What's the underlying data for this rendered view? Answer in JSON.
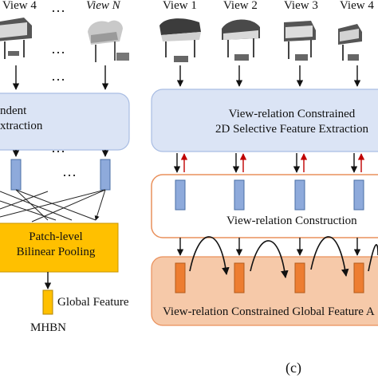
{
  "left": {
    "view_labels": [
      "View 4",
      "View N"
    ],
    "extraction_text": [
      "ndent",
      "xtraction"
    ],
    "pooling_text": [
      "Patch-level",
      "Bilinear Pooling"
    ],
    "global_feature": "Global Feature",
    "method": "MHBN"
  },
  "right": {
    "view_labels": [
      "View 1",
      "View 2",
      "View 3",
      "View 4"
    ],
    "selective_text": [
      "View-relation Constrained",
      "2D Selective Feature Extraction"
    ],
    "construction_text": "View-relation Construction",
    "aggregation_text": "View-relation Constrained Global Feature A"
  },
  "ellipsis": "…",
  "caption": "(c)",
  "colors": {
    "blue_box_fill": "#dbe4f5",
    "blue_box_stroke": "#a9bde3",
    "orange_stroke": "#e9905b",
    "orange_fill": "#f6c9a9",
    "feature_blue": "#8eaadb",
    "feature_blue_stroke": "#4a6fa5",
    "feature_orange": "#ed7d31",
    "feature_orange_stroke": "#b45a1c",
    "pooling_fill": "#ffc000",
    "red_arrow": "#c00000"
  }
}
